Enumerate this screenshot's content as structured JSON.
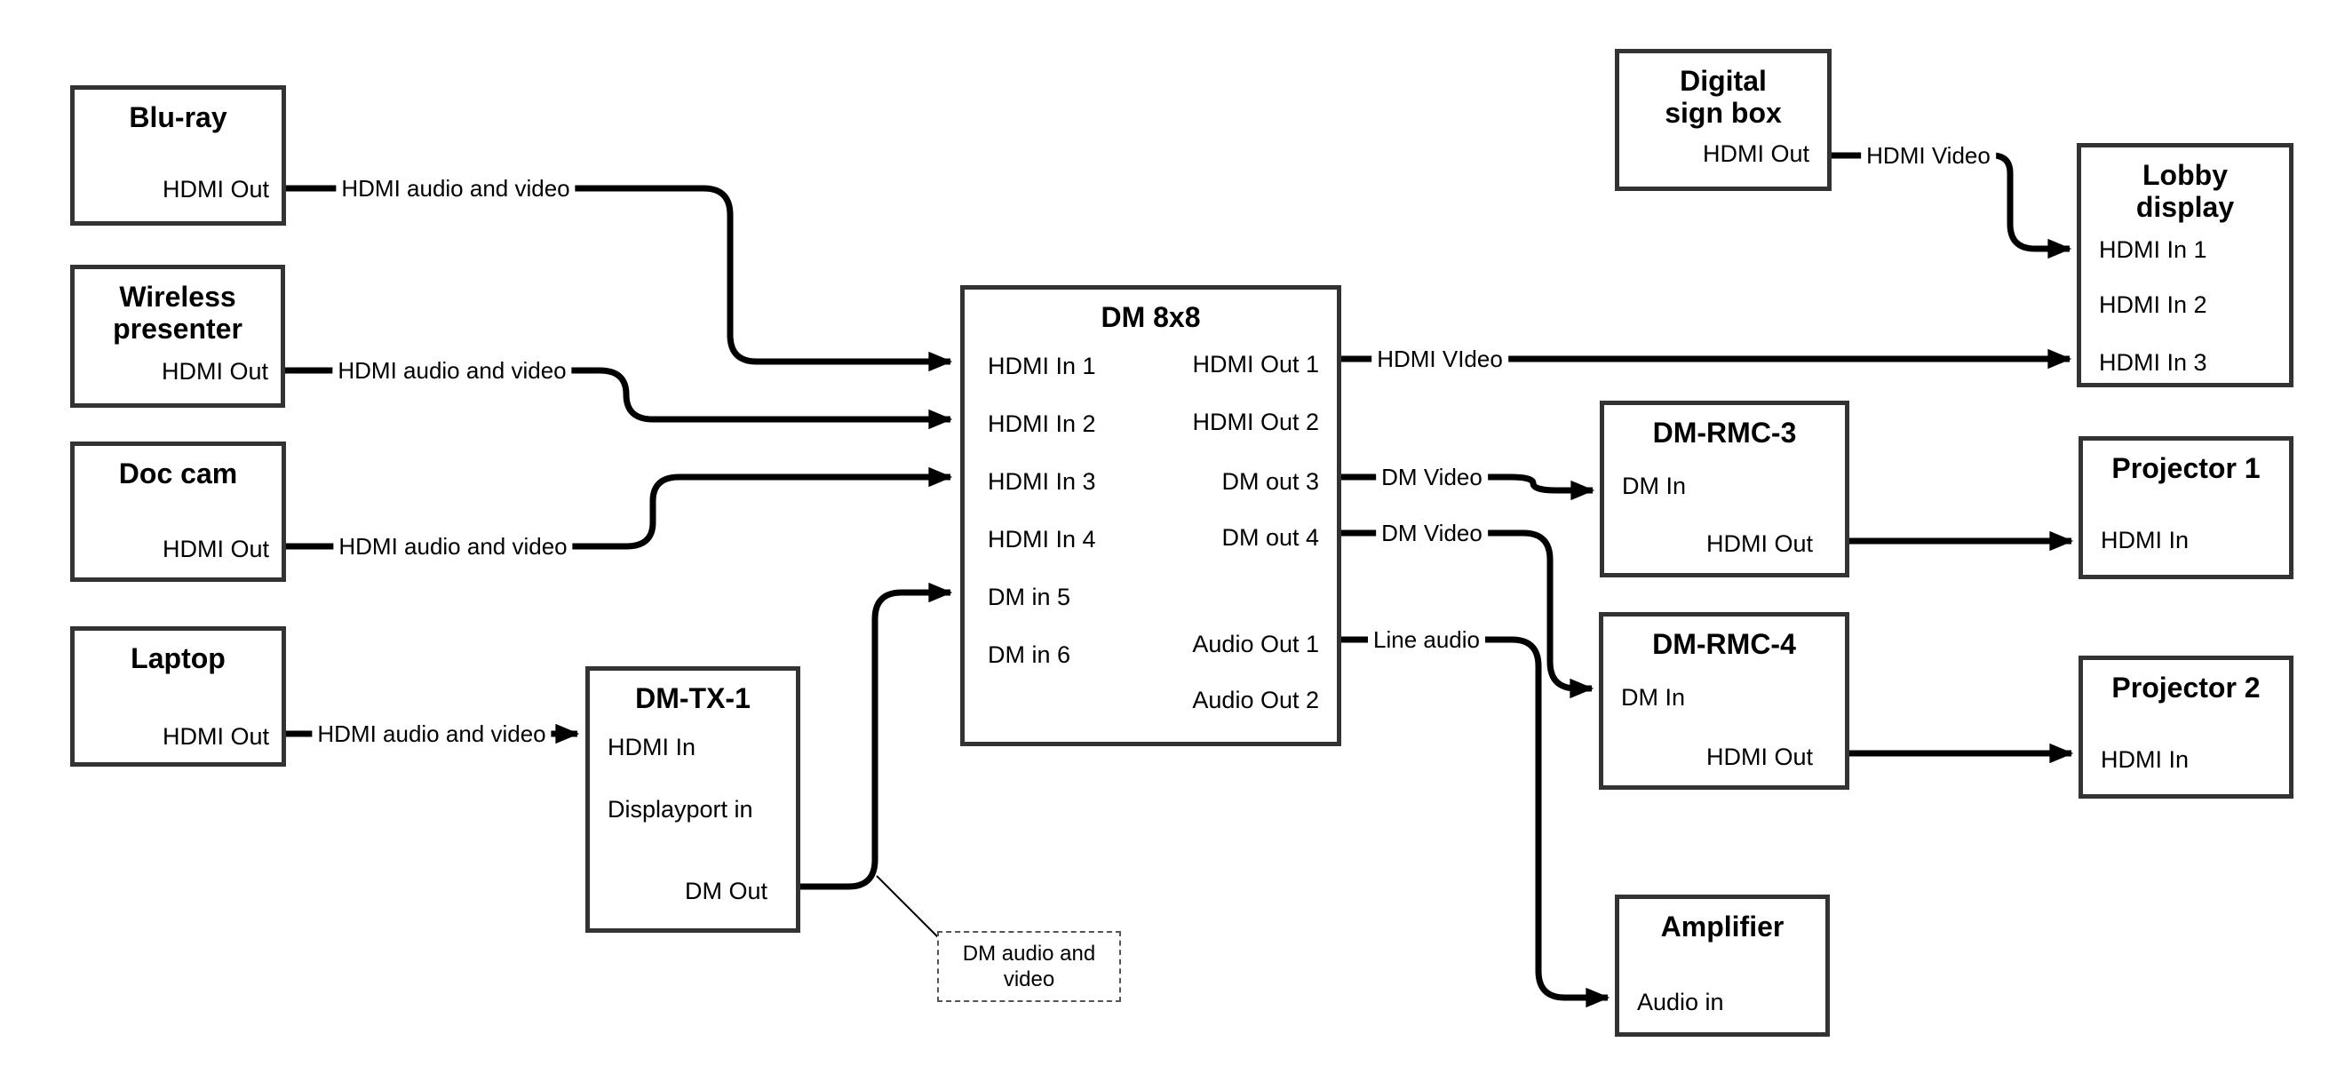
{
  "colors": {
    "background": "#ffffff",
    "wire": "#000000",
    "box_border": "#333333",
    "text": "#000000",
    "callout_border": "#555555"
  },
  "nodes": {
    "bluray": {
      "title": "Blu-ray",
      "port_hdmi_out": "HDMI Out"
    },
    "wireless_presenter": {
      "title": "Wireless presenter",
      "port_hdmi_out": "HDMI Out"
    },
    "doc_cam": {
      "title": "Doc cam",
      "port_hdmi_out": "HDMI Out"
    },
    "laptop": {
      "title": "Laptop",
      "port_hdmi_out": "HDMI Out"
    },
    "dm_tx_1": {
      "title": "DM-TX-1",
      "port_hdmi_in": "HDMI In",
      "port_displayport_in": "Displayport in",
      "port_dm_out": "DM Out"
    },
    "dm_8x8": {
      "title": "DM 8x8",
      "inputs": [
        "HDMI In 1",
        "HDMI In 2",
        "HDMI In 3",
        "HDMI In 4",
        "DM in 5",
        "DM in 6"
      ],
      "outputs": [
        "HDMI Out 1",
        "HDMI Out 2",
        "DM out 3",
        "DM out 4",
        "Audio Out 1",
        "Audio Out 2"
      ]
    },
    "digital_sign_box": {
      "title": "Digital sign box",
      "port_hdmi_out": "HDMI Out"
    },
    "lobby_display": {
      "title": "Lobby display",
      "ports": [
        "HDMI In 1",
        "HDMI In 2",
        "HDMI In 3"
      ]
    },
    "dm_rmc_3": {
      "title": "DM-RMC-3",
      "port_dm_in": "DM In",
      "port_hdmi_out": "HDMI Out"
    },
    "projector_1": {
      "title": "Projector 1",
      "port_hdmi_in": "HDMI In"
    },
    "dm_rmc_4": {
      "title": "DM-RMC-4",
      "port_dm_in": "DM In",
      "port_hdmi_out": "HDMI Out"
    },
    "projector_2": {
      "title": "Projector 2",
      "port_hdmi_in": "HDMI In"
    },
    "amplifier": {
      "title": "Amplifier",
      "port_audio_in": "Audio in"
    }
  },
  "connection_labels": {
    "bluray_to_dm8x8": "HDMI audio and video",
    "wireless_to_dm8x8": "HDMI audio and video",
    "doccam_to_dm8x8": "HDMI audio and video",
    "laptop_to_dmtx1": "HDMI audio and video",
    "dm8x8_out1_to_lobby": "HDMI VIdeo",
    "dm8x8_out3_to_rmc3": "DM Video",
    "dm8x8_out4_to_rmc4": "DM Video",
    "dm8x8_audio1_to_amp": "Line audio",
    "digitalsign_to_lobby": "HDMI Video"
  },
  "callout": {
    "text": "DM audio and video"
  }
}
